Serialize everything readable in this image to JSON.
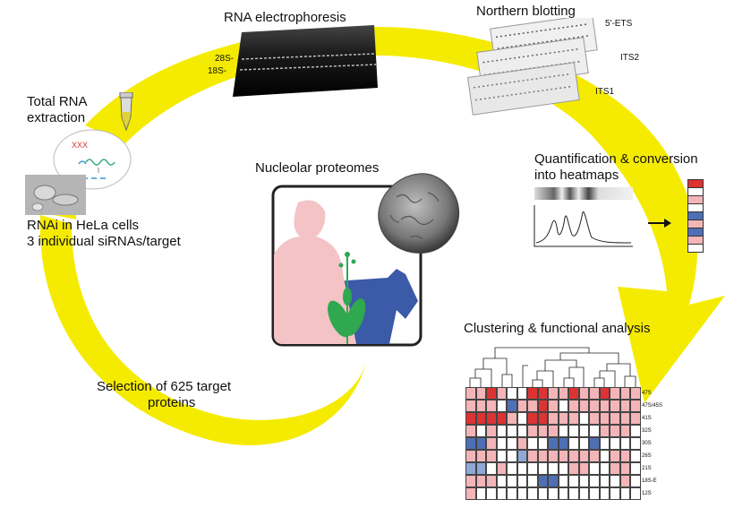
{
  "steps": {
    "electrophoresis": "RNA electrophoresis",
    "northern": "Northern blotting",
    "total_rna_line1": "Total RNA",
    "total_rna_line2": "extraction",
    "rnai_line1": "RNAi in HeLa cells",
    "rnai_line2": "3 individual siRNAs/target",
    "quant_line1": "Quantification & conversion",
    "quant_line2": "into heatmaps",
    "clustering": "Clustering & functional analysis",
    "selection_line1": "Selection of 625 target",
    "selection_line2": "proteins",
    "proteomes": "Nucleolar proteomes"
  },
  "gel_labels": {
    "band1": "28S-",
    "band2": "18S-"
  },
  "blot_labels": {
    "probe1": "5'-ETS",
    "probe2": "ITS2",
    "probe3": "ITS1"
  },
  "heatmap_rows": [
    "47S",
    "47S/45S",
    "41S",
    "32S",
    "30S",
    "26S",
    "21S",
    "18S-E",
    "12S"
  ],
  "heatmap_matrix": [
    [
      "lr",
      "lr",
      "r",
      "lr",
      "w",
      "w",
      "r",
      "r",
      "lr",
      "lr",
      "r",
      "lr",
      "lr",
      "r",
      "lr",
      "lr",
      "lr"
    ],
    [
      "lr",
      "lr",
      "lr",
      "w",
      "b",
      "lr",
      "lr",
      "r",
      "lr",
      "w",
      "lr",
      "lr",
      "lr",
      "lr",
      "lr",
      "lr",
      "lr"
    ],
    [
      "r",
      "r",
      "r",
      "r",
      "lr",
      "w",
      "r",
      "r",
      "lr",
      "lr",
      "lr",
      "w",
      "lr",
      "lr",
      "lr",
      "lr",
      "lr"
    ],
    [
      "lr",
      "w",
      "lr",
      "w",
      "w",
      "w",
      "lr",
      "lr",
      "lr",
      "w",
      "w",
      "w",
      "w",
      "lr",
      "lr",
      "lr",
      "w"
    ],
    [
      "b",
      "b",
      "lr",
      "w",
      "w",
      "lr",
      "w",
      "w",
      "b",
      "b",
      "w",
      "w",
      "b",
      "w",
      "w",
      "w",
      "w"
    ],
    [
      "lr",
      "lr",
      "lr",
      "w",
      "w",
      "lb",
      "lr",
      "lr",
      "lr",
      "lr",
      "lr",
      "lr",
      "lr",
      "w",
      "lr",
      "lr",
      "w"
    ],
    [
      "lb",
      "lb",
      "w",
      "lr",
      "w",
      "w",
      "w",
      "w",
      "w",
      "w",
      "lr",
      "lr",
      "w",
      "w",
      "lr",
      "lr",
      "w"
    ],
    [
      "lr",
      "lr",
      "lr",
      "w",
      "w",
      "w",
      "w",
      "b",
      "b",
      "w",
      "w",
      "w",
      "w",
      "w",
      "w",
      "lr",
      "w"
    ],
    [
      "lr",
      "w",
      "w",
      "w",
      "w",
      "w",
      "w",
      "w",
      "w",
      "w",
      "w",
      "w",
      "w",
      "w",
      "w",
      "w",
      "w"
    ]
  ],
  "colors": {
    "arrow": "#f5eb00",
    "r": "#dd3333",
    "lr": "#f4b5b8",
    "b": "#4f6fb5",
    "lb": "#8fa9d6",
    "w": "#ffffff",
    "human": "#f3c3c5",
    "cow": "#3b5aa7",
    "plant": "#2fa84f"
  },
  "side_strip": [
    "r",
    "w",
    "lr",
    "w",
    "b",
    "lr",
    "b",
    "lr",
    "w"
  ]
}
